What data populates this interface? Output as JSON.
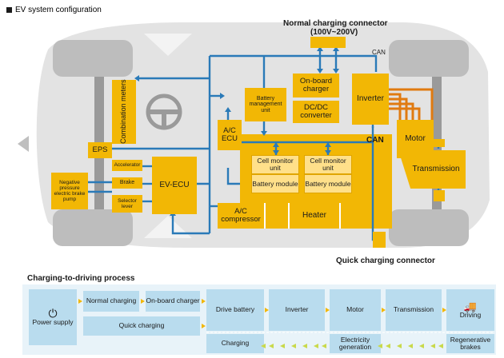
{
  "header": {
    "title": "EV system configuration",
    "normal_charging_connector": "Normal charging connector",
    "normal_charging_voltage": "(100V~200V)",
    "can_top": "CAN",
    "can_mid": "CAN",
    "quick_charging_connector": "Quick charging connector"
  },
  "components": {
    "combination_meters": "Combination meters",
    "battery_management_unit": "Battery management unit",
    "onboard_charger": "On-board charger",
    "dcdc_converter": "DC/DC converter",
    "inverter": "Inverter",
    "motor": "Motor",
    "transmission": "Transmission",
    "eps": "EPS",
    "ac_ecu": "A/C ECU",
    "accelerator": "Accelerator",
    "brake": "Brake",
    "selector_lever": "Selector lever",
    "ev_ecu": "EV-ECU",
    "brake_pump": "Negative pressure electric brake pump",
    "cell_monitor_1": "Cell monitor unit",
    "battery_module_1": "Battery module",
    "cell_monitor_2": "Cell monitor unit",
    "battery_module_2": "Battery module",
    "ac_compressor": "A/C compressor",
    "heater": "Heater"
  },
  "process": {
    "title": "Charging-to-driving process",
    "power_supply": "Power supply",
    "normal_charging": "Normal charging",
    "onboard_charger": "On-board charger",
    "quick_charging": "Quick charging",
    "drive_battery": "Drive battery",
    "charging": "Charging",
    "inverter": "Inverter",
    "motor": "Motor",
    "electricity_generation": "Electricity generation",
    "transmission": "Transmission",
    "driving": "Driving",
    "regenerative_brakes": "Regenerative brakes"
  },
  "colors": {
    "component": "#f2b705",
    "signal_line": "#2a7ab8",
    "power_line": "#e07a10",
    "car_body": "#d9d9d9",
    "process_box": "#b9dcee"
  }
}
